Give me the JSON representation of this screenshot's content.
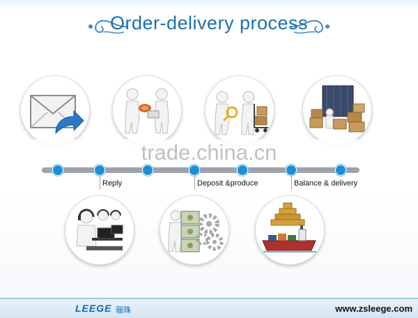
{
  "title": "Order-delivery process",
  "watermark": "trade.china.cn",
  "steps": [
    {
      "label": "Reply"
    },
    {
      "label": "Deposit &produce"
    },
    {
      "label": "Balance & delivery"
    }
  ],
  "footer": {
    "logo": "LEEGE",
    "logo_cn": "骊珠",
    "website": "www.zsleege.com"
  },
  "colors": {
    "title": "#1d6fb0",
    "timeline_dot": "#1e8fd6",
    "timeline_bar": "#9da3a8"
  },
  "icons": {
    "node1": "envelope-reply-icon",
    "node2": "handshake-figures-icon",
    "node3": "inspection-cart-icon",
    "node4": "container-boxes-icon",
    "node5": "call-center-icon",
    "node6": "money-gears-icon",
    "node7": "coins-ship-icon"
  }
}
